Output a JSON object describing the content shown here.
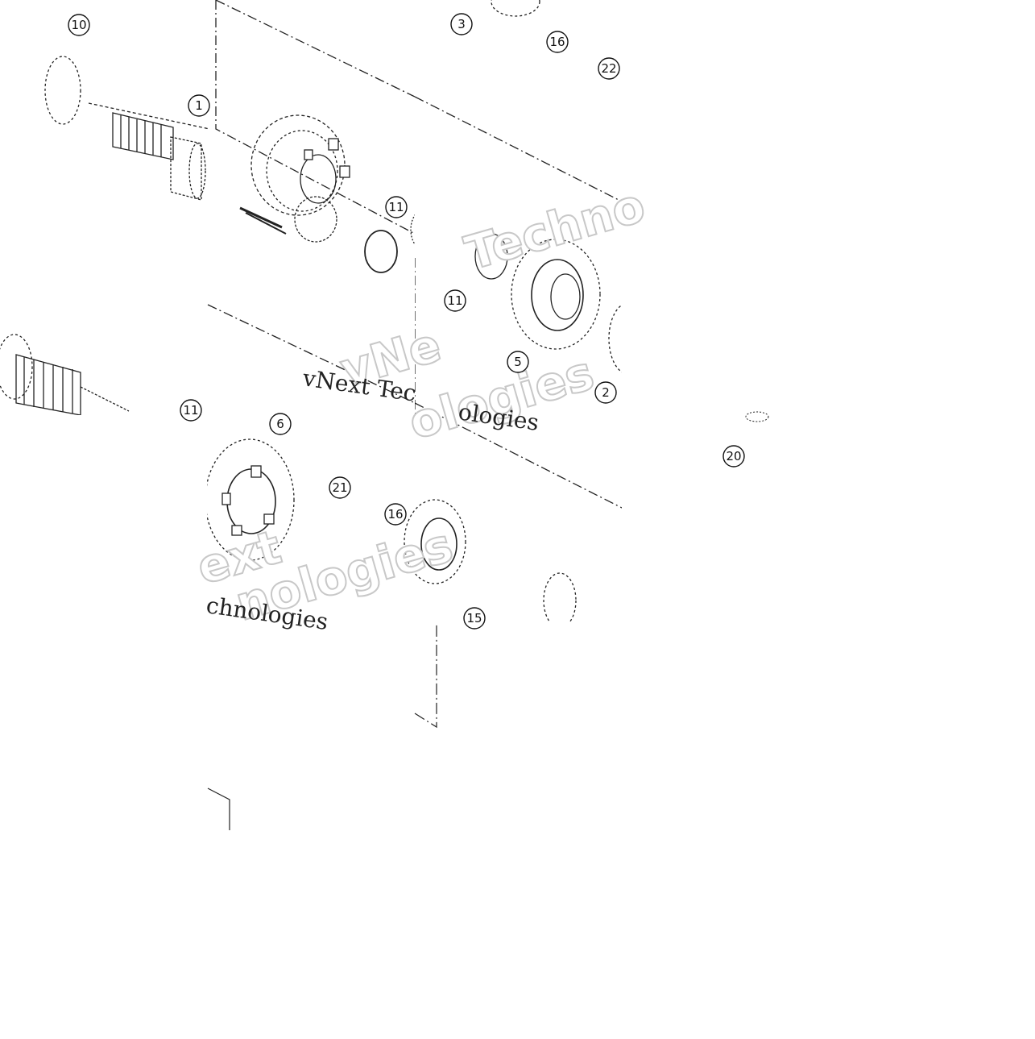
{
  "diagram": {
    "callouts": [
      {
        "label": "10"
      },
      {
        "label": "1"
      },
      {
        "label": "3"
      },
      {
        "label": "16"
      },
      {
        "label": "22"
      },
      {
        "label": "11"
      },
      {
        "label": "11"
      },
      {
        "label": "5"
      },
      {
        "label": "2"
      },
      {
        "label": "11"
      },
      {
        "label": "6"
      },
      {
        "label": "21"
      },
      {
        "label": "16"
      },
      {
        "label": "15"
      },
      {
        "label": "20"
      }
    ],
    "watermarks": {
      "outlined": [
        "Techno",
        "vNe",
        "ext",
        "nologies",
        "ologies"
      ],
      "serif": [
        "vNext Tec",
        "ologies",
        "chnologies"
      ]
    },
    "line_color": "#222222"
  }
}
